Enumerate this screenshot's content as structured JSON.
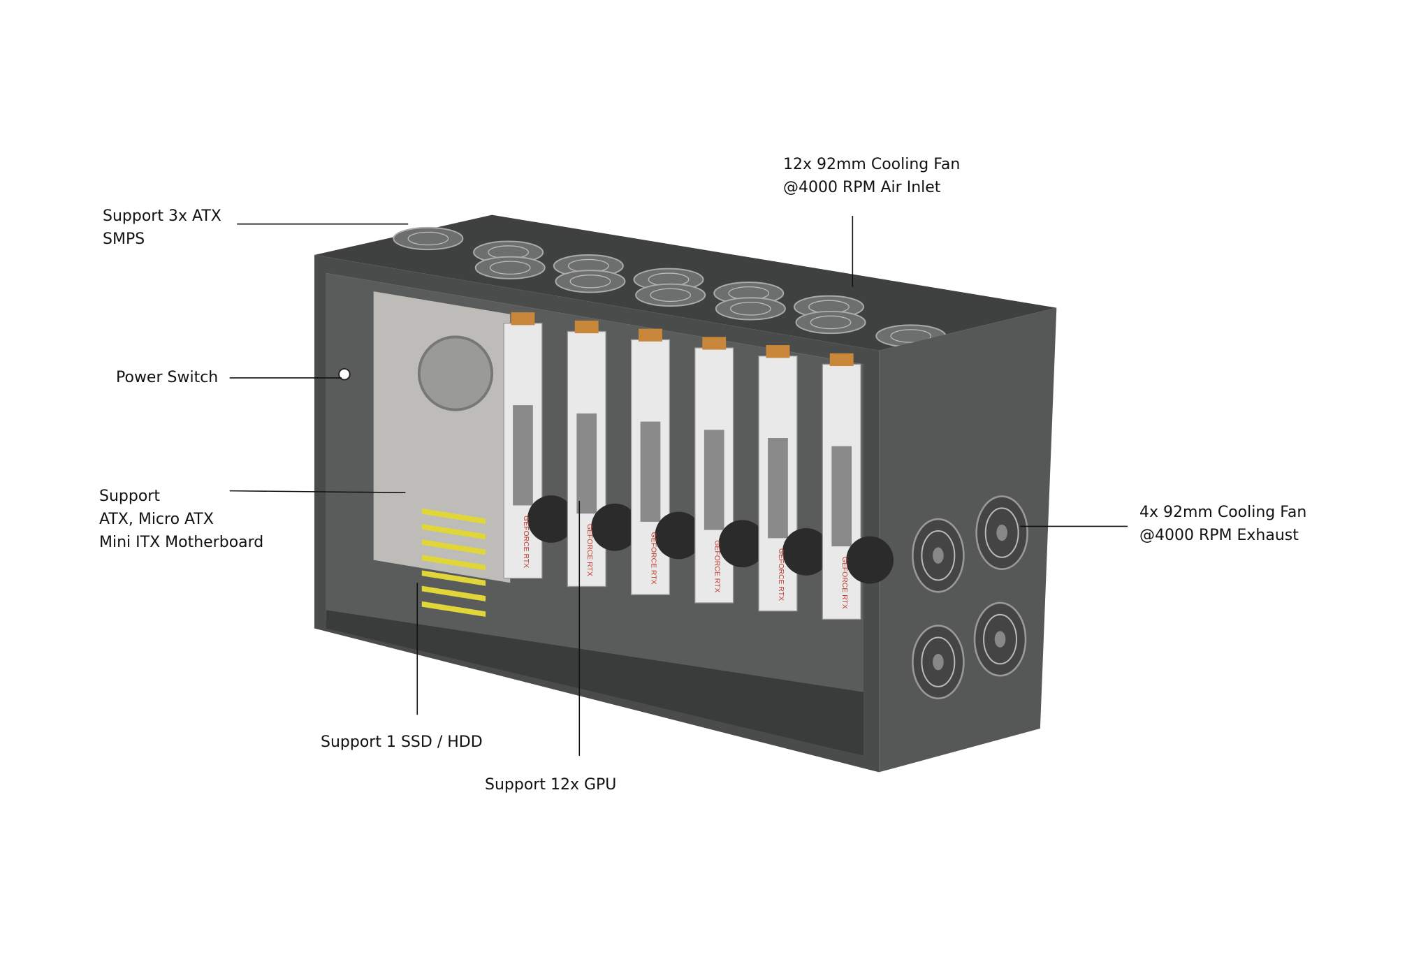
{
  "callouts": {
    "top_fans": {
      "line1": "12x 92mm Cooling Fan",
      "line2": "@4000 RPM Air Inlet"
    },
    "smps": {
      "line1": "Support 3x ATX",
      "line2": "SMPS"
    },
    "power_switch": {
      "line1": "Power Switch"
    },
    "motherboard": {
      "line1": "Support",
      "line2": "ATX, Micro ATX",
      "line3": "Mini ITX Motherboard"
    },
    "exhaust_fans": {
      "line1": "4x 92mm Cooling Fan",
      "line2": "@4000 RPM Exhaust"
    },
    "storage": {
      "line1": "Support 1 SSD / HDD"
    },
    "gpu": {
      "line1": "Support 12x GPU"
    }
  },
  "gpu_brand_text": "GEFORCE RTX",
  "colors": {
    "case": "#4a4b4b",
    "case_side": "#555656",
    "gpu_shroud": "#e9e9e9",
    "accent": "#c8873a",
    "motherboard": "#bdbcb8",
    "pcie_slot": "#e0d63a"
  }
}
